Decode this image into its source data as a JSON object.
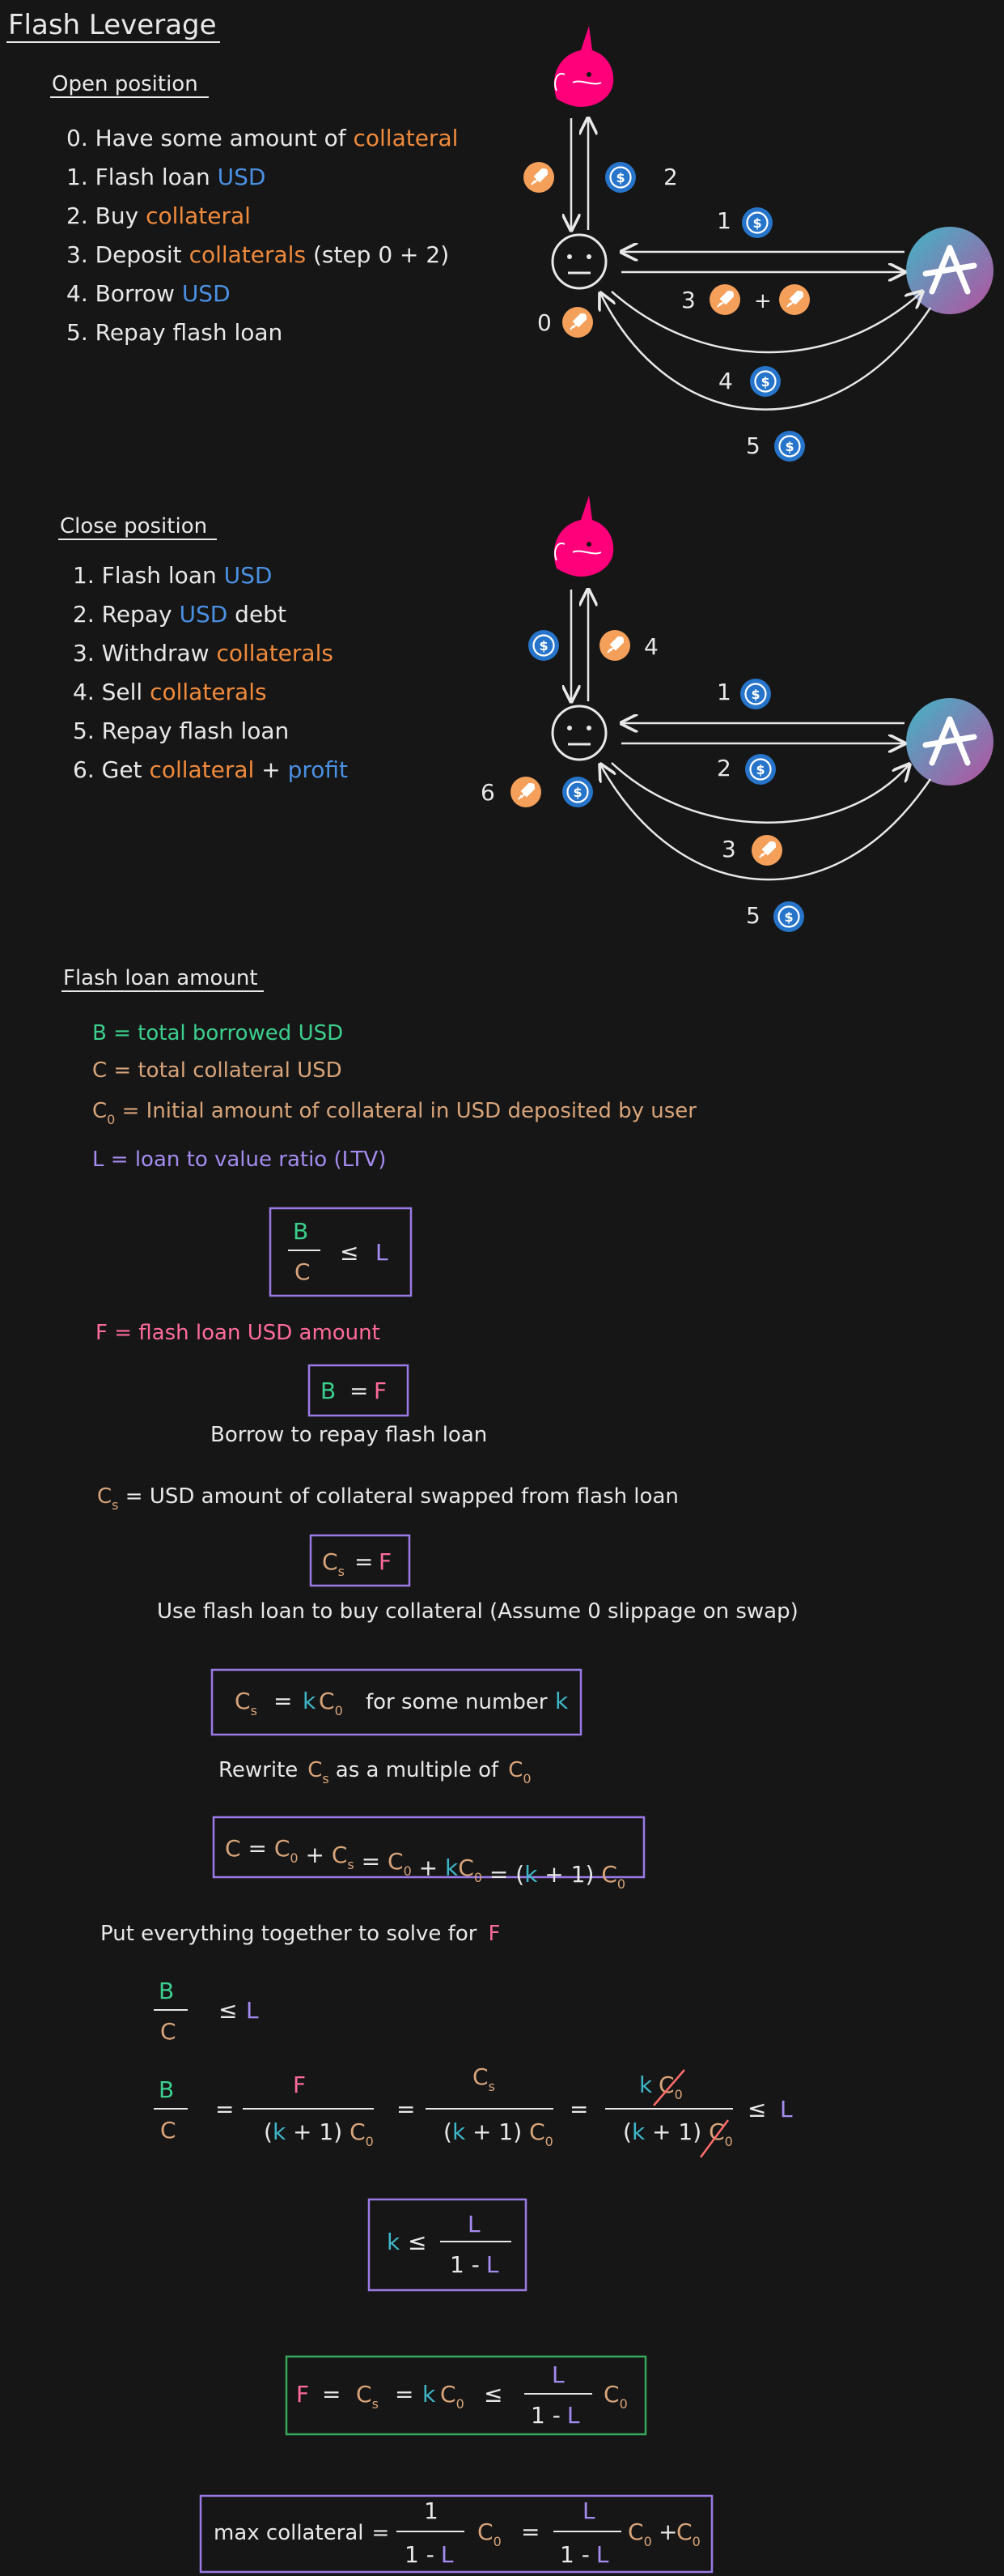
{
  "colors": {
    "bg": "#161616",
    "text": "#e8e8e8",
    "orange": "#f08a3c",
    "blue": "#4a90e2",
    "green": "#3ccf8e",
    "tan": "#d8a47a",
    "purple": "#a58cf0",
    "pink": "#ff6b9a",
    "teal": "#3fb6c8",
    "boxPurple": "#9a7ae6",
    "boxGreen": "#35a85a"
  },
  "title": "Flash Leverage",
  "open": {
    "heading": "Open position",
    "steps": [
      {
        "n": "0.",
        "pre": "Have some amount of ",
        "hl": "collateral",
        "post": ""
      },
      {
        "n": "1.",
        "pre": "Flash loan ",
        "hl": "USD",
        "post": ""
      },
      {
        "n": "2.",
        "pre": "Buy ",
        "hl": "collateral",
        "post": ""
      },
      {
        "n": "3.",
        "pre": "Deposit ",
        "hl": "collaterals",
        "post": " (step 0 + 2)"
      },
      {
        "n": "4.",
        "pre": "Borrow ",
        "hl": "USD",
        "post": ""
      },
      {
        "n": "5.",
        "pre": "Repay flash loan",
        "hl": "",
        "post": ""
      }
    ],
    "labels": {
      "a": "2",
      "b": "1",
      "c": "3",
      "d": "0",
      "e": "4",
      "f": "5",
      "plus": "+"
    }
  },
  "close": {
    "heading": "Close position",
    "steps": [
      {
        "n": "1.",
        "pre": "Flash loan ",
        "hl": "USD",
        "post": ""
      },
      {
        "n": "2.",
        "pre": "Repay ",
        "hl": "USD",
        "post": " debt"
      },
      {
        "n": "3.",
        "pre": "Withdraw ",
        "hl": "collaterals",
        "post": ""
      },
      {
        "n": "4.",
        "pre": "Sell ",
        "hl": "collaterals",
        "post": ""
      },
      {
        "n": "5.",
        "pre": "Repay flash loan",
        "hl": "",
        "post": ""
      },
      {
        "n": "6.",
        "pre": "Get ",
        "hl": "collateral",
        "post": " + ",
        "hl2": "profit"
      }
    ],
    "labels": {
      "a": "4",
      "b": "1",
      "c": "2",
      "d": "6",
      "e": "3",
      "f": "5"
    }
  },
  "math": {
    "heading": "Flash loan amount",
    "def_B": {
      "sym": "B",
      "text": " = total borrowed USD"
    },
    "def_C": {
      "sym": "C",
      "text": " = total collateral USD"
    },
    "def_C0": {
      "sym": "C",
      "sub": "0",
      "text": " = Initial amount of collateral in USD deposited by user"
    },
    "def_L": {
      "sym": "L",
      "text": " = loan to value ratio (LTV)"
    },
    "def_F": {
      "sym": "F",
      "text": " = flash loan USD amount"
    },
    "borrow_caption": "Borrow to repay flash loan",
    "def_Cs": {
      "sym": "C",
      "sub": "s",
      "text": " = USD amount of collateral swapped from flash loan"
    },
    "swap_caption": "Use flash loan to buy collateral (Assume 0 slippage on swap)",
    "k_caption": "for some number",
    "rewrite_pre": "Rewrite",
    "rewrite_mid": "as a multiple of",
    "together": "Put everything together to solve for",
    "maxcol": "max collateral",
    "one": "1",
    "one_minus": "1 -",
    "k": "k",
    "B": "B",
    "C": "C",
    "L": "L",
    "F": "F",
    "eq": "=",
    "le": "≤",
    "plus": "+",
    "k1": "(k + 1)"
  }
}
